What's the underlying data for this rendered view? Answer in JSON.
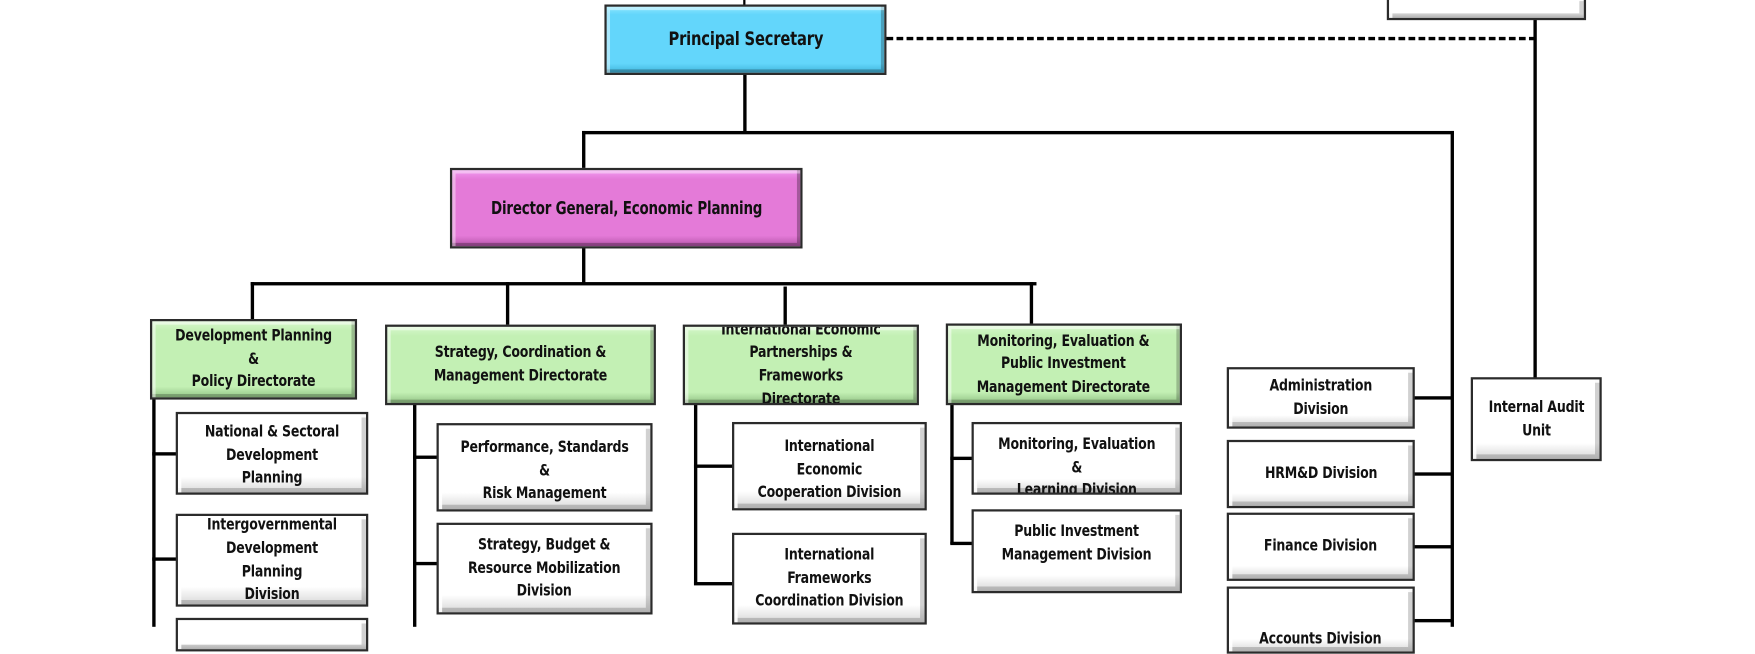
{
  "top_unit": {
    "label": ""
  },
  "principal_secretary": {
    "label": "Principal Secretary",
    "color": "#63d6fb"
  },
  "director_general": {
    "label": "Director General, Economic Planning",
    "color": "#e47ad8"
  },
  "directorates": [
    {
      "label": "Development Planning &\nPolicy Directorate",
      "divisions": [
        "National & Sectoral\nDevelopment Planning\nDivision",
        "Intergovernmental\nDevelopment Planning\nDivision",
        ""
      ]
    },
    {
      "label": "Strategy, Coordination &\nManagement Directorate",
      "divisions": [
        "Performance, Standards &\nRisk Management Division",
        "Strategy, Budget &\nResource Mobilization\nDivision"
      ]
    },
    {
      "label": "International Economic\nPartnerships & Frameworks\nDirectorate",
      "divisions": [
        "International Economic\nCooperation Division",
        "International\nFrameworks\nCoordination Division"
      ]
    },
    {
      "label": "Monitoring, Evaluation &\nPublic Investment\nManagement Directorate",
      "divisions": [
        "Monitoring, Evaluation &\nLearning Division",
        "Public Investment\nManagement Division"
      ]
    }
  ],
  "support_divisions": [
    "Administration Division",
    "HRM&D Division",
    "Finance Division",
    "Accounts Division"
  ],
  "internal_audit": {
    "label": "Internal Audit\nUnit"
  },
  "colors": {
    "directorate": "#c3f0b4",
    "division": "#ffffff",
    "line": "#000000"
  }
}
